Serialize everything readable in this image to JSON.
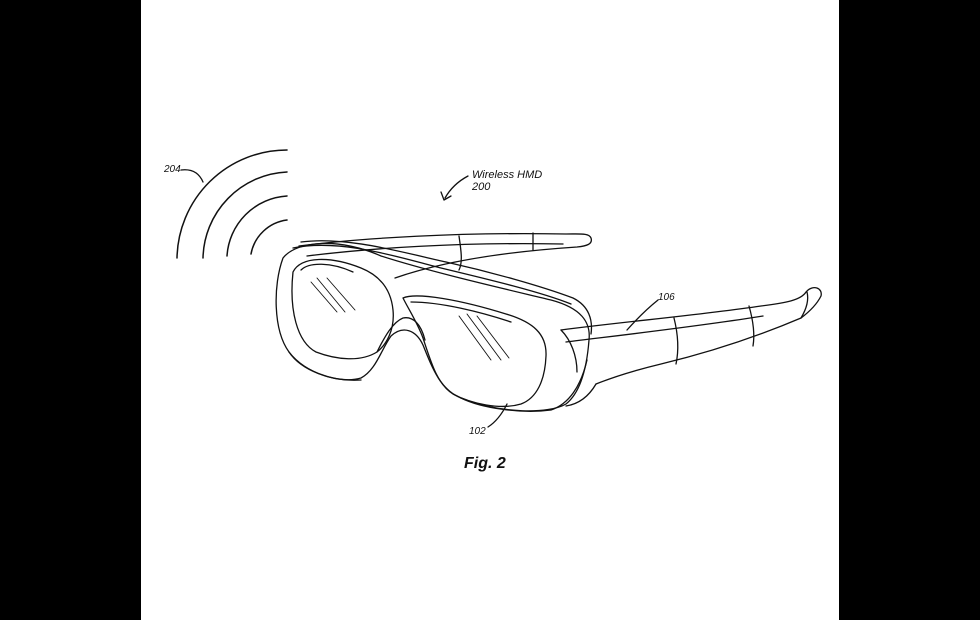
{
  "figure": {
    "caption": "Fig. 2",
    "device_title": "Wireless HMD",
    "device_ref": "200",
    "signal_ref": "204",
    "frame_ref": "106",
    "lens_ref": "102"
  },
  "colors": {
    "background": "#000000",
    "page": "#ffffff",
    "line": "#111111"
  }
}
